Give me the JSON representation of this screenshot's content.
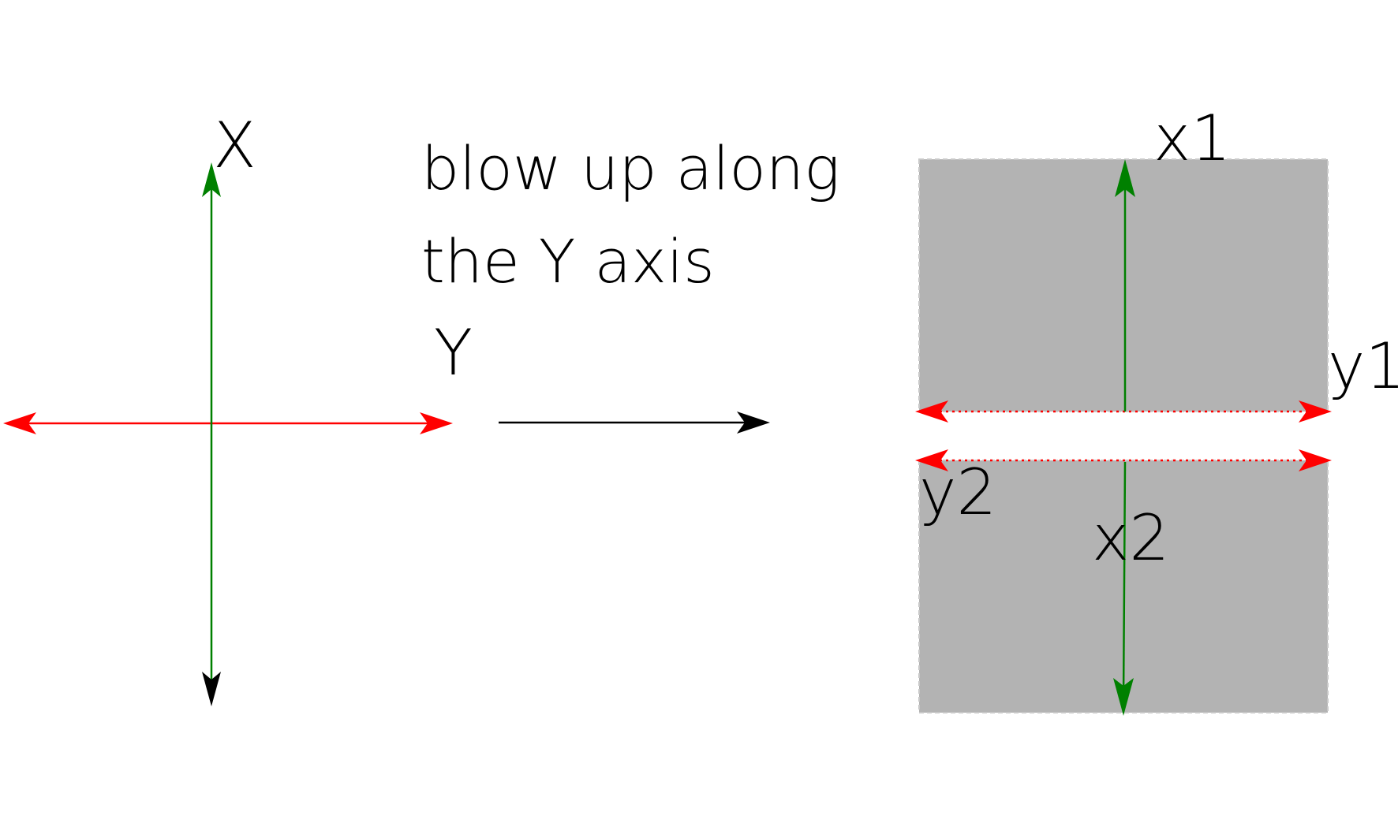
{
  "labels": {
    "x_axis": "X",
    "y_axis": "Y",
    "x1": "x1",
    "x2": "x2",
    "y1": "y1",
    "y2": "y2"
  },
  "caption": {
    "line1": "blow up along",
    "line2": "the Y axis"
  },
  "colors": {
    "x_axis": "#008000",
    "y_axis": "#ff0000",
    "arrow": "#000000",
    "region_fill": "#b3b3b3",
    "background": "#ffffff"
  }
}
